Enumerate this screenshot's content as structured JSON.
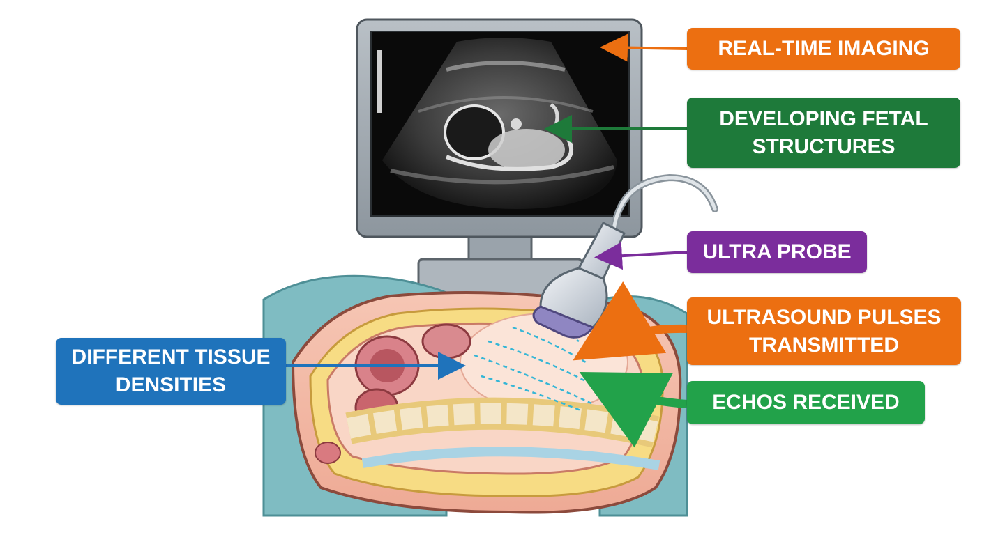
{
  "colors": {
    "orange": "#ec6f11",
    "dark_green": "#1e7a3a",
    "purple": "#7b2d9c",
    "green": "#22a24a",
    "blue": "#1f73bb"
  },
  "labels": {
    "realtime": {
      "lines": [
        "REAL-TIME IMAGING"
      ],
      "color": "#ec6f11"
    },
    "fetal": {
      "lines": [
        "DEVELOPING FETAL",
        "STRUCTURES"
      ],
      "color": "#1e7a3a"
    },
    "probe": {
      "lines": [
        "ULTRA PROBE"
      ],
      "color": "#7b2d9c"
    },
    "pulses": {
      "lines": [
        "ULTRASOUND PULSES",
        "TRANSMITTED"
      ],
      "color": "#ec6f11"
    },
    "echos": {
      "lines": [
        "ECHOS RECEIVED"
      ],
      "color": "#22a24a"
    },
    "tissue": {
      "lines": [
        "DIFFERENT TISSUE",
        "DENSITIES"
      ],
      "color": "#1f73bb"
    }
  }
}
